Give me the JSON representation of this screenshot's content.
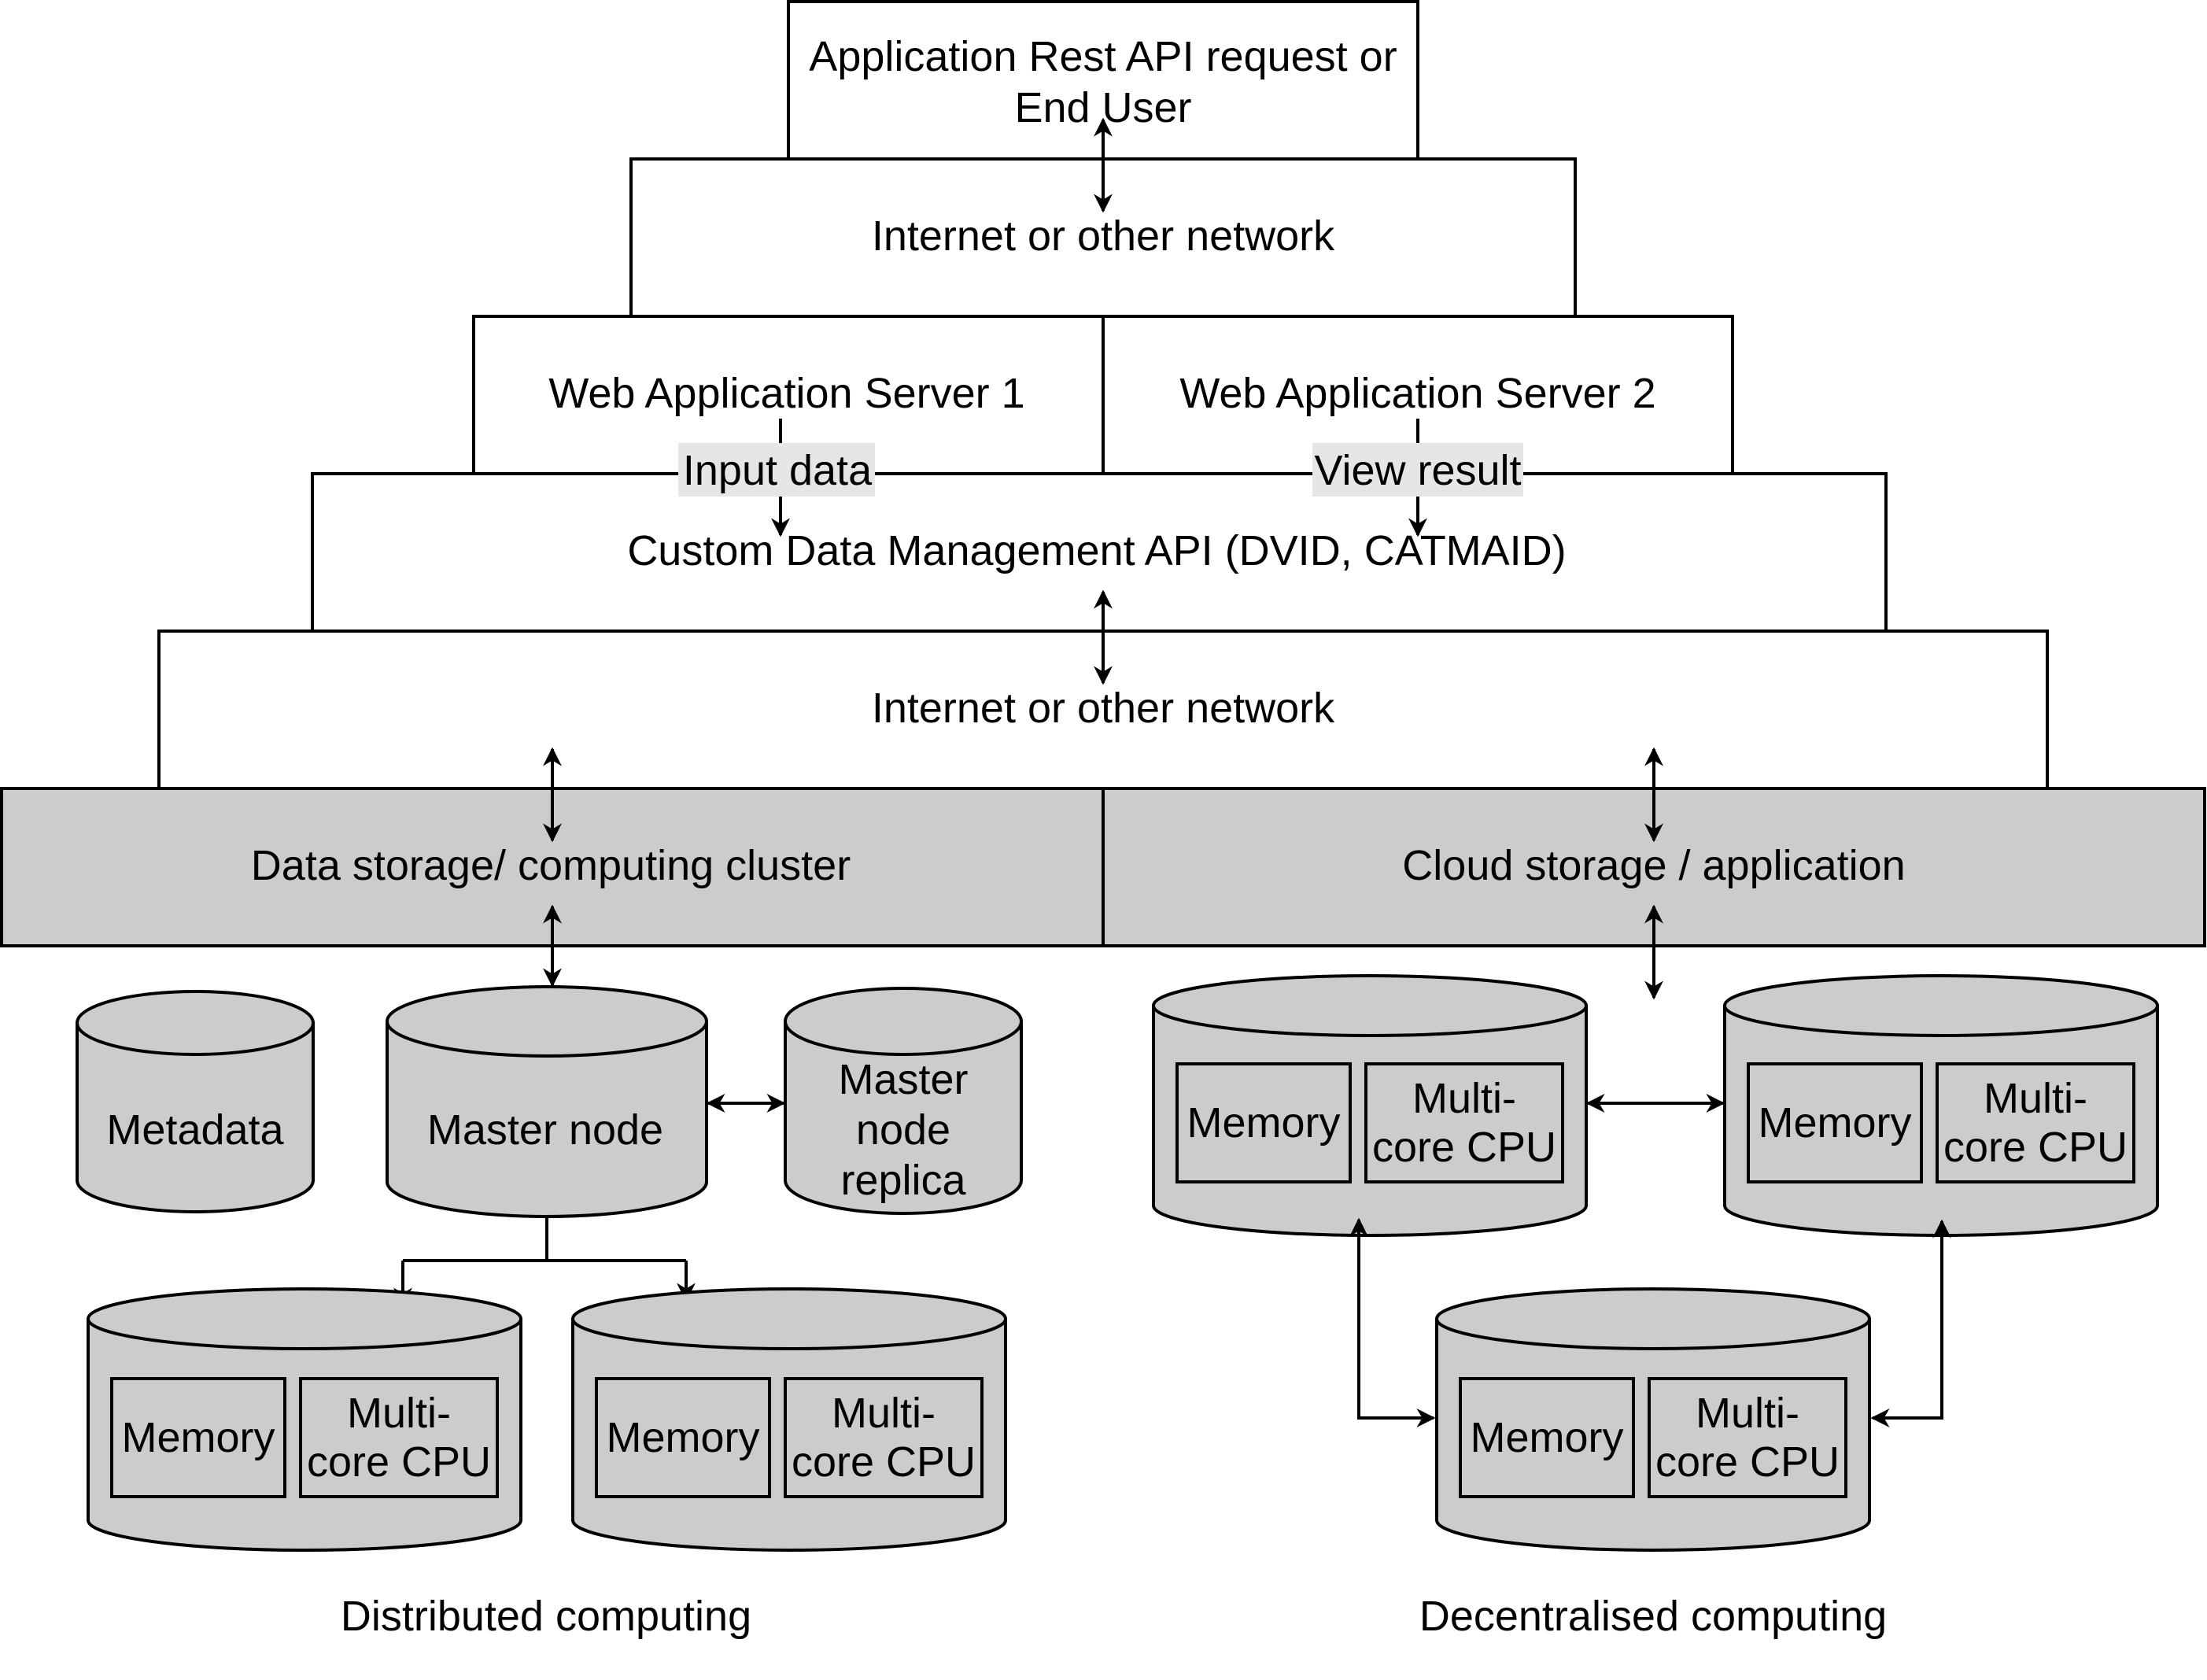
{
  "colors": {
    "fill_gray": "#cccccc",
    "label_bg": "#e6e6e6",
    "stroke": "#000000",
    "background": "#ffffff"
  },
  "top_box": {
    "line1": "Application Rest API request or",
    "line2": "End User"
  },
  "network_top": "Internet or other network",
  "web_server_1": "Web Application Server 1",
  "web_server_2": "Web Application Server 2",
  "input_data": "Input data",
  "view_result": "View result",
  "custom_api": "Custom Data Management API (DVID, CATMAID)",
  "network_bottom": "Internet or other network",
  "cluster_label": "Data storage/ computing cluster",
  "cloud_label": "Cloud storage / application",
  "distributed": {
    "metadata": "Metadata",
    "master_node": "Master node",
    "replica": [
      "Master",
      "node",
      "replica"
    ],
    "caption": "Distributed computing"
  },
  "decentralised": {
    "caption": "Decentralised computing"
  },
  "node_labels": {
    "memory": "Memory",
    "cpu_line1": "Multi-",
    "cpu_line2": "core CPU"
  }
}
